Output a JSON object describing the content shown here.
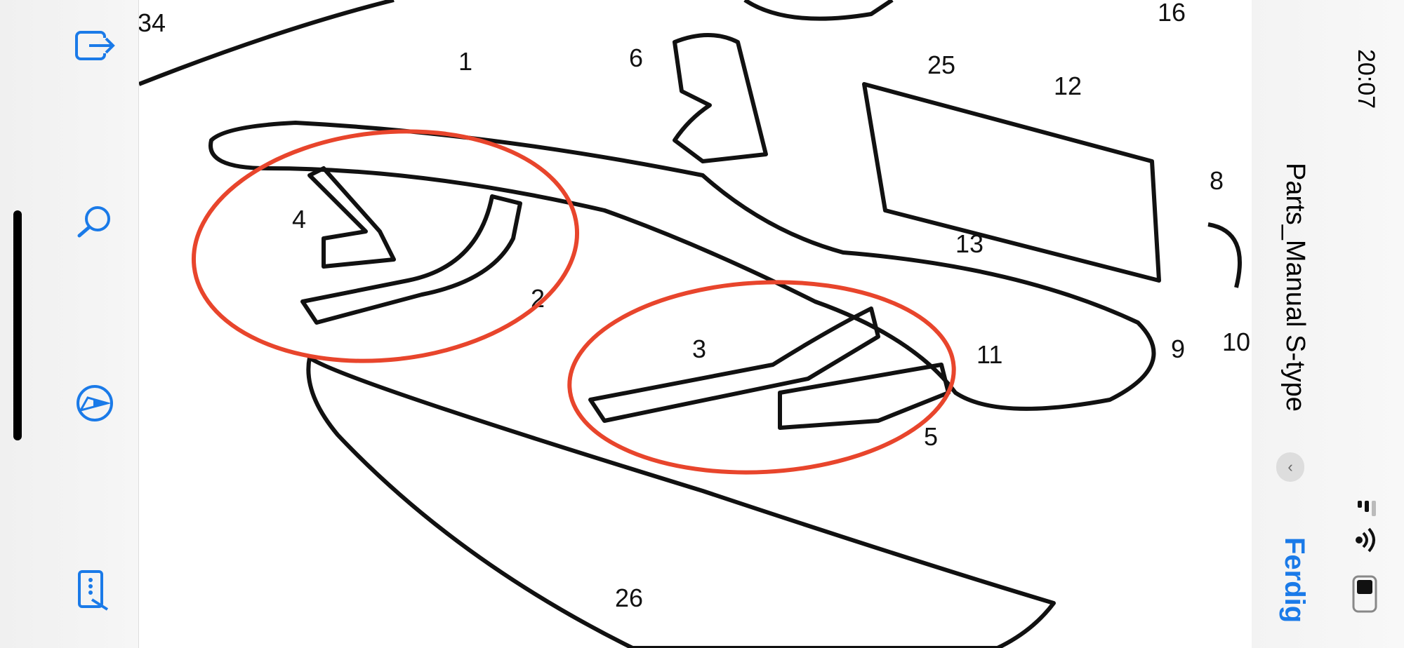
{
  "status_bar": {
    "time": "20:07",
    "signal_icon": "cellular-signal-icon",
    "wifi_icon": "wifi-icon",
    "battery_icon": "battery-icon"
  },
  "header": {
    "title": "Parts_Manual S-type",
    "title_menu_icon": "chevron-down-icon",
    "done_label": "Ferdig"
  },
  "toolbar": {
    "items": [
      {
        "icon": "share-icon"
      },
      {
        "icon": "search-icon"
      },
      {
        "icon": "markup-pen-icon"
      },
      {
        "icon": "document-edit-icon"
      }
    ]
  },
  "document": {
    "part_numbers": [
      "34",
      "1",
      "6",
      "25",
      "16",
      "12",
      "8",
      "4",
      "2",
      "13",
      "3",
      "9",
      "10",
      "11",
      "5",
      "26"
    ],
    "annotation_color": "#e8452c",
    "accent": "#1a7ae8"
  }
}
